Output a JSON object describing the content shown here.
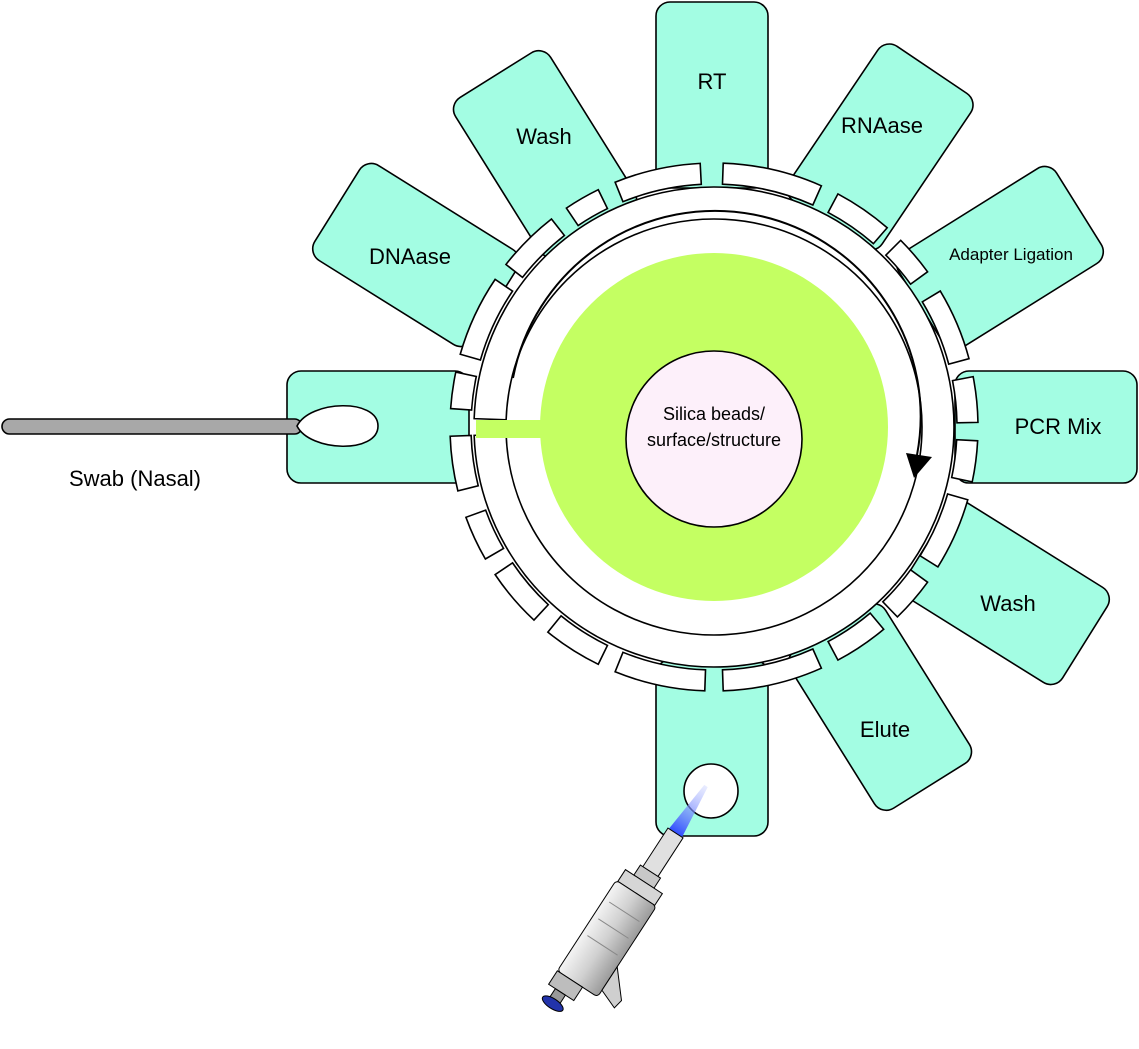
{
  "diagram": {
    "center_label_line1": "Silica beads/",
    "center_label_line2": "surface/structure",
    "swab_label": "Swab (Nasal)",
    "chambers": [
      {
        "id": "dnaase",
        "label": "DNAase"
      },
      {
        "id": "wash-top",
        "label": "Wash"
      },
      {
        "id": "rt",
        "label": "RT"
      },
      {
        "id": "rnaase",
        "label": "RNAase"
      },
      {
        "id": "adapter-ligation",
        "label": "Adapter Ligation"
      },
      {
        "id": "pcr-mix",
        "label": "PCR Mix"
      },
      {
        "id": "wash-bottom",
        "label": "Wash"
      },
      {
        "id": "elute",
        "label": "Elute"
      }
    ],
    "colors": {
      "chamber_fill": "#a3fde3",
      "bead_ring": "#c4ff62",
      "center_disk": "#fdf0fa",
      "swab_stick": "#a8a8a8",
      "pipette_tip": "#3b5bff",
      "pipette_cap": "#2233aa"
    }
  }
}
